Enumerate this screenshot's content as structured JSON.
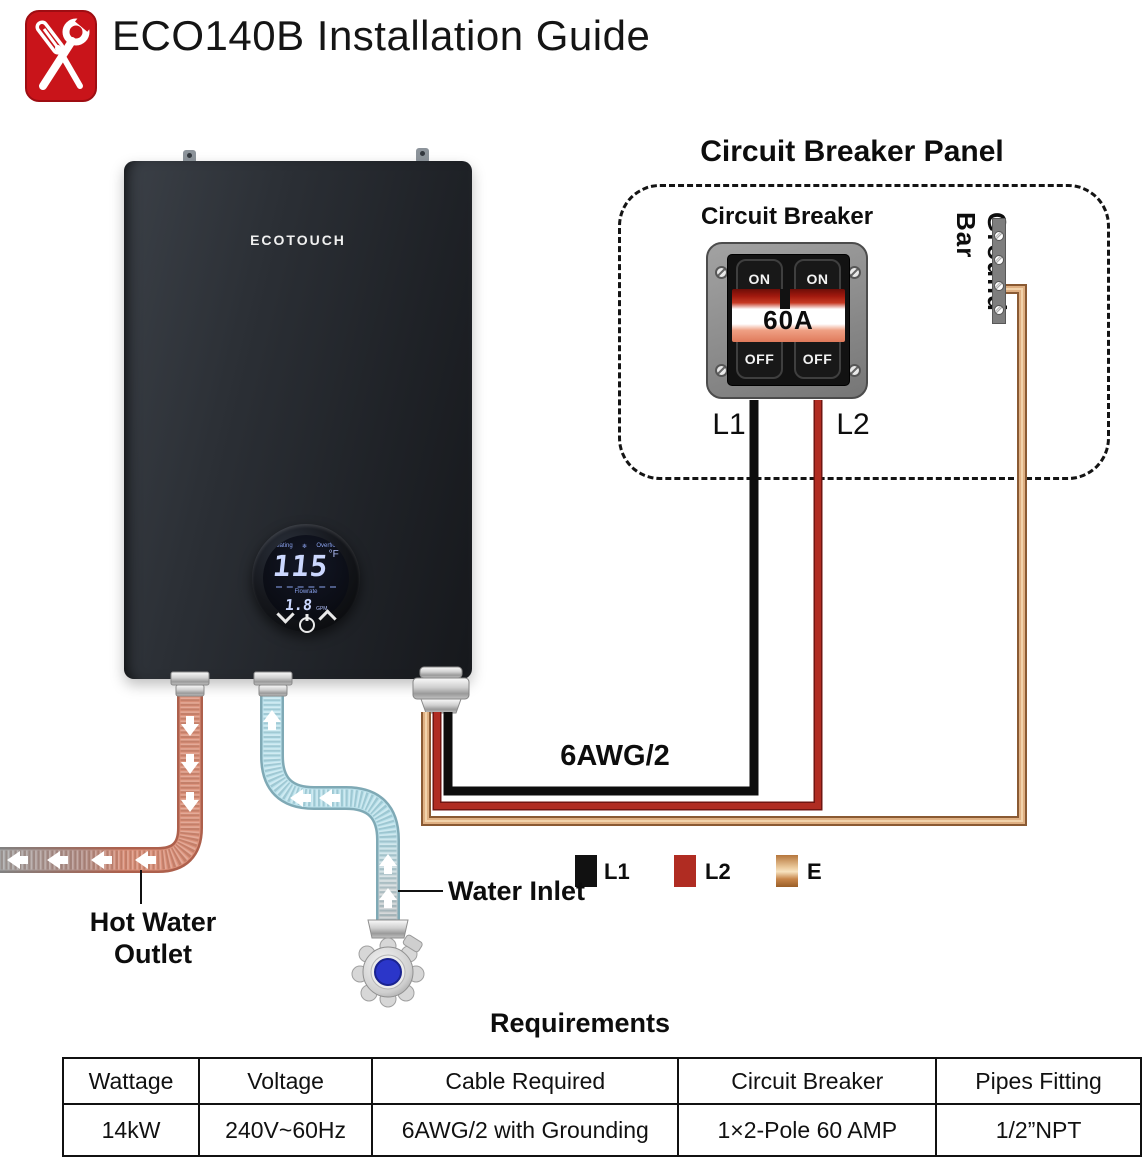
{
  "header": {
    "title": "ECO140B Installation Guide"
  },
  "heater": {
    "brand": "ECOTOUCH",
    "display": {
      "status_left": "Heating",
      "status_icon": "❄",
      "status_right": "Overflow",
      "temperature": "115",
      "temperature_unit": "°F",
      "flow_label": "Flowrate",
      "flow_value": "1.8",
      "flow_unit": "GPM"
    }
  },
  "breaker_panel": {
    "title": "Circuit Breaker Panel",
    "breaker_label": "Circuit Breaker",
    "amp_rating": "60A",
    "on_label": "ON",
    "off_label": "OFF",
    "l1_label": "L1",
    "l2_label": "L2",
    "ground_bar_label": "Ground Bar"
  },
  "wiring": {
    "cable_label": "6AWG/2",
    "legend": [
      {
        "label": "L1",
        "color": "#111111"
      },
      {
        "label": "L2",
        "color": "#b02c22"
      },
      {
        "label": "E",
        "color": "#d9a06a"
      }
    ]
  },
  "plumbing": {
    "hot_outlet_label": "Hot Water Outlet",
    "water_inlet_label": "Water Inlet"
  },
  "requirements": {
    "title": "Requirements",
    "headers": [
      "Wattage",
      "Voltage",
      "Cable Required",
      "Circuit Breaker",
      "Pipes Fitting"
    ],
    "row": [
      "14kW",
      "240V~60Hz",
      "6AWG/2 with Grounding",
      "1×2-Pole 60 AMP",
      "1/2”NPT"
    ]
  }
}
